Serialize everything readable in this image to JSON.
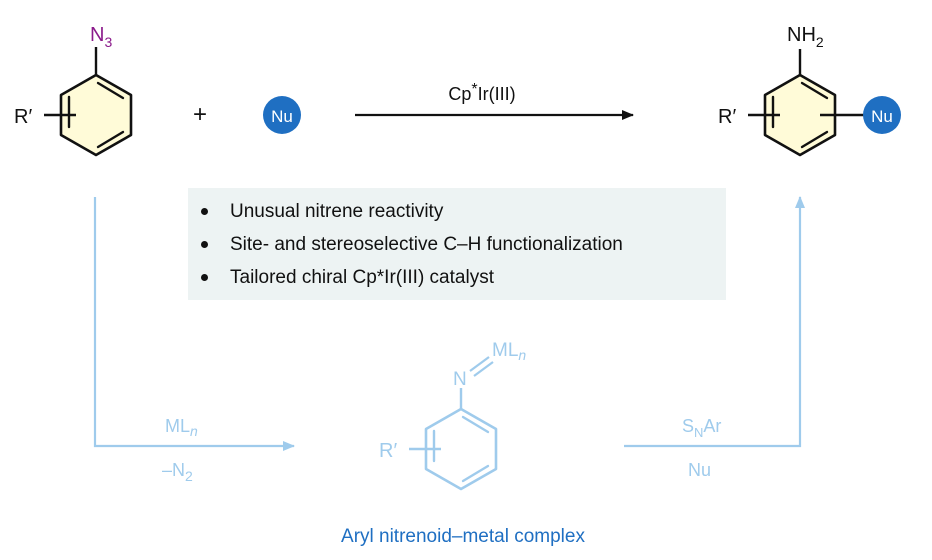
{
  "reaction": {
    "reactant": {
      "azide": "N",
      "azide_sub": "3",
      "substituent": "R′"
    },
    "plus": "+",
    "nucleophile": "Nu",
    "catalyst": {
      "main": "Cp",
      "star": "*",
      "rest": "Ir(III)"
    },
    "product": {
      "amine": "NH",
      "amine_sub": "2",
      "substituent": "R′",
      "nucleophile": "Nu"
    }
  },
  "features": [
    "Unusual nitrene reactivity",
    "Site- and stereoselective C–H functionalization",
    "Tailored chiral Cp*Ir(III) catalyst"
  ],
  "mechanism": {
    "step1": {
      "reagent": "ML",
      "reagent_sub": "n",
      "loss": "–N",
      "loss_sub": "2"
    },
    "intermediate": {
      "n_label": "N",
      "ml_label": "ML",
      "ml_sub": "n",
      "substituent": "R′",
      "caption": "Aryl nitrenoid–metal complex"
    },
    "step2": {
      "mechanism_s": "S",
      "mechanism_sub": "N",
      "mechanism_rest": "Ar",
      "reagent": "Nu"
    }
  },
  "colors": {
    "ink": "#111111",
    "azide_purple": "#8b1a8b",
    "nu_blue": "#1f6fc2",
    "ring_fill": "#fffbd8",
    "pale_blue": "#9fcbec",
    "box_bg": "#edf3f3"
  }
}
